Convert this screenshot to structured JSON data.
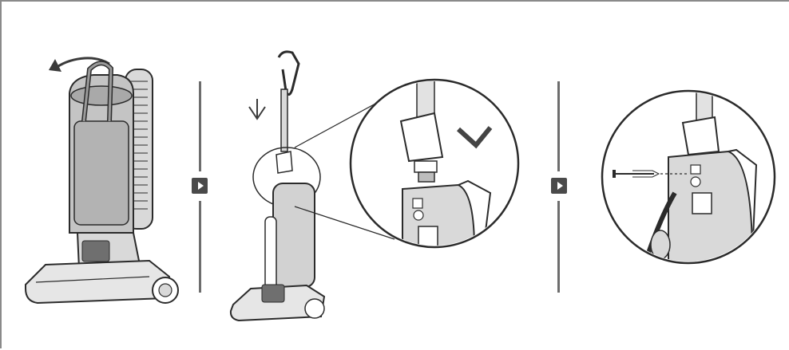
{
  "figure": {
    "steps": [
      {
        "index": 1,
        "icon": "vacuum-handle-release"
      },
      {
        "index": 2,
        "icon": "handle-insert-detail"
      },
      {
        "index": 3,
        "icon": "screw-insert-detail"
      }
    ],
    "colors": {
      "line": "#2b2b2b",
      "body_fill": "#bdbdbd",
      "panel_fill": "#d9d9d9",
      "divider": "#6d6d6d",
      "step_arrow": "#4a4a4a",
      "frame": "#8a8a8a"
    }
  }
}
